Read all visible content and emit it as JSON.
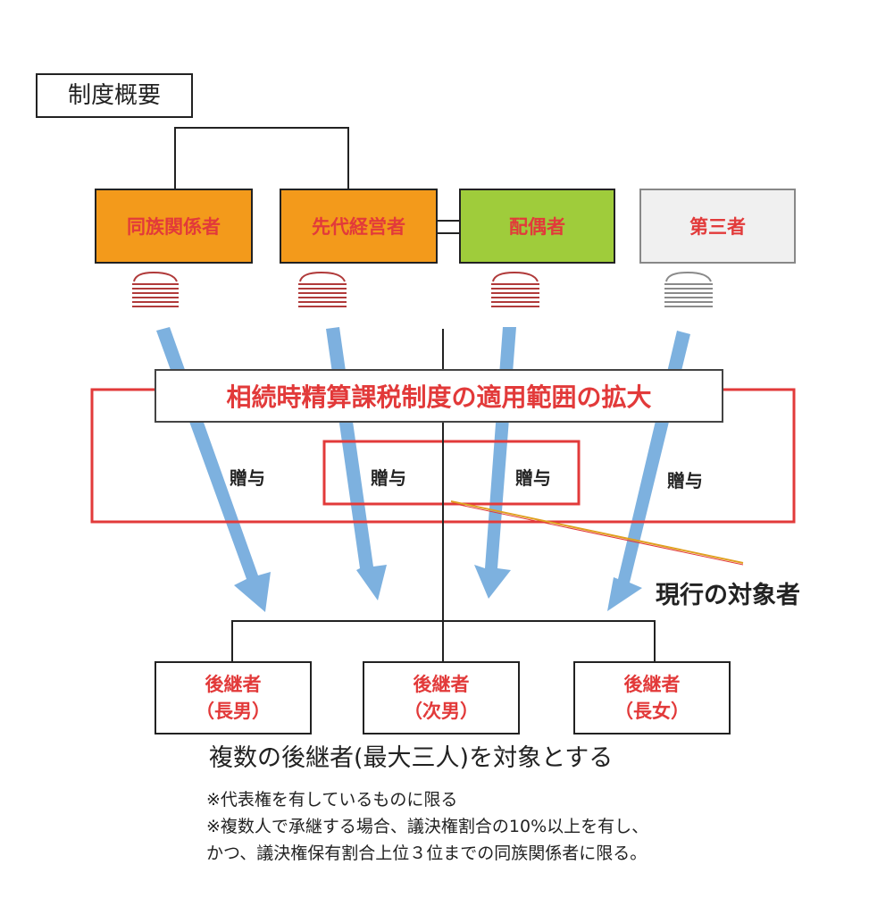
{
  "title": "制度概要",
  "givers": [
    {
      "label": "同族関係者",
      "fill": "#f39a1b"
    },
    {
      "label": "先代経営者",
      "fill": "#f39a1b"
    },
    {
      "label": "配偶者",
      "fill": "#9fcc3b"
    },
    {
      "label": "第三者",
      "fill": "#f0f0f0"
    }
  ],
  "banner": "相続時精算課税制度の適用範囲の拡大",
  "gift_label": "贈与",
  "current_scope_label": "現行の対象者",
  "successors": [
    {
      "line1": "後継者",
      "line2": "（長男）"
    },
    {
      "line1": "後継者",
      "line2": "（次男）"
    },
    {
      "line1": "後継者",
      "line2": "（長女）"
    }
  ],
  "caption": "複数の後継者(最大三人)を対象とする",
  "footnotes": [
    "※代表権を有しているものに限る",
    "※複数人で承継する場合、議決権割合の10%以上を有し、",
    "かつ、議決権保有割合上位３位までの同族関係者に限る。"
  ],
  "colors": {
    "accent_red": "#e23a3a",
    "arrow_blue": "#6fa8dc",
    "icon_red": "#b03a3a",
    "icon_gray": "#8a8a8a"
  }
}
